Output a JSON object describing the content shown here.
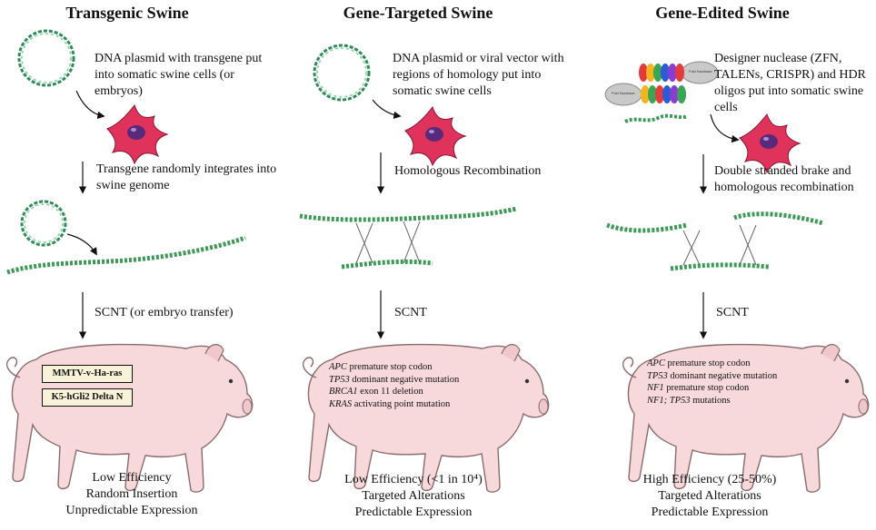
{
  "columns": [
    {
      "title": "Transgenic Swine",
      "intro": "DNA plasmid with transgene put into somatic swine cells (or embryos)",
      "step2": "Transgene randomly integrates into swine genome",
      "step3": "SCNT (or embryo transfer)",
      "boxes": [
        "MMTV-v-Ha-ras",
        "K5-hGli2 Delta N"
      ],
      "efficiency": [
        "Low Efficiency",
        "Random Insertion",
        "Unpredictable Expression"
      ]
    },
    {
      "title": "Gene-Targeted Swine",
      "intro": "DNA plasmid or viral vector with regions of homology put into somatic swine cells",
      "step2": "Homologous Recombination",
      "step3": "SCNT",
      "mutations": [
        {
          "gene": "APC",
          "desc": "premature stop codon"
        },
        {
          "gene": "TP53",
          "desc": "dominant negative mutation"
        },
        {
          "gene": "BRCA1",
          "desc": "exon 11 deletion"
        },
        {
          "gene": "KRAS",
          "desc": "activating point mutation"
        }
      ],
      "efficiency": [
        "Low Efficiency (<1 in 10⁴)",
        "Targeted Alterations",
        "Predictable Expression"
      ]
    },
    {
      "title": "Gene-Edited Swine",
      "intro": "Designer nuclease (ZFN, TALENs, CRISPR) and HDR oligos put into somatic swine cells",
      "step2": "Double stranded brake and homologous recombination",
      "step3": "SCNT",
      "nuclease_label": "FokI Nuclease",
      "mutations": [
        {
          "gene": "APC",
          "desc": "premature stop codon"
        },
        {
          "gene": "TP53",
          "desc": "dominant negative mutation"
        },
        {
          "gene": "NF1",
          "desc": "premature stop codon"
        },
        {
          "gene": "NF1; TP53",
          "desc": "mutations"
        }
      ],
      "efficiency": [
        "High Efficiency (25-50%)",
        "Targeted Alterations",
        "Predictable Expression"
      ]
    }
  ],
  "colors": {
    "plasmid": "#2e8b57",
    "dna": "#3a9a55",
    "cell": "#e0335c",
    "nucleus": "#5a2a7a",
    "pig": "#f7d9dc",
    "pig_outline": "#8a6a6d"
  }
}
